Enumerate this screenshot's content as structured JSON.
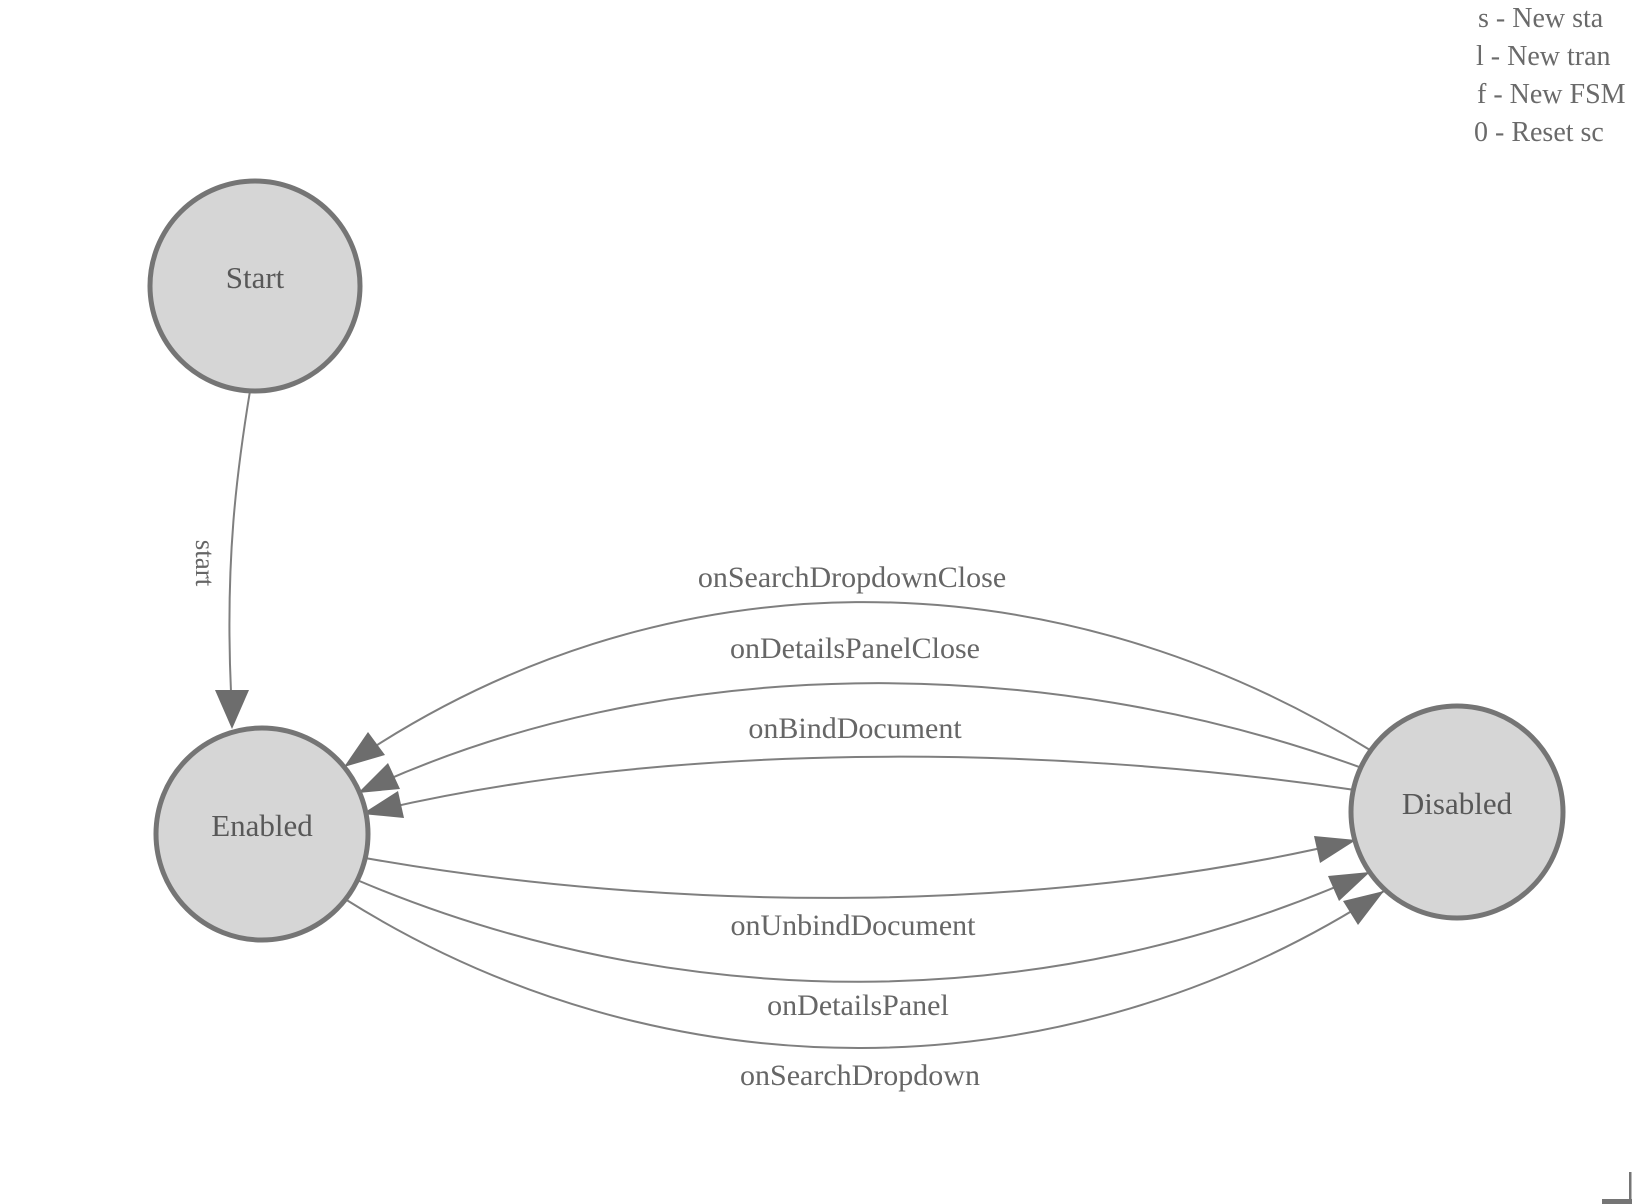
{
  "legend": {
    "lines": [
      "s - New sta",
      "l - New tran",
      "f - New FSM",
      "0 - Reset sc"
    ]
  },
  "states": [
    {
      "id": "start",
      "label": "Start"
    },
    {
      "id": "enabled",
      "label": "Enabled"
    },
    {
      "id": "disabled",
      "label": "Disabled"
    }
  ],
  "transitions": [
    {
      "label": "start",
      "from": "Start",
      "to": "Enabled"
    },
    {
      "label": "onSearchDropdownClose",
      "from": "Disabled",
      "to": "Enabled"
    },
    {
      "label": "onDetailsPanelClose",
      "from": "Disabled",
      "to": "Enabled"
    },
    {
      "label": "onBindDocument",
      "from": "Disabled",
      "to": "Enabled"
    },
    {
      "label": "onUnbindDocument",
      "from": "Enabled",
      "to": "Disabled"
    },
    {
      "label": "onDetailsPanel",
      "from": "Enabled",
      "to": "Disabled"
    },
    {
      "label": "onSearchDropdown",
      "from": "Enabled",
      "to": "Disabled"
    }
  ],
  "colors": {
    "background": "#ffffff",
    "node_fill": "#d6d6d6",
    "node_stroke": "#757575",
    "edge": "#7f7f7f",
    "arrow": "#6d6d6d",
    "node_label": "#585858",
    "edge_label": "#666666",
    "legend_text": "#6a6a6a"
  }
}
